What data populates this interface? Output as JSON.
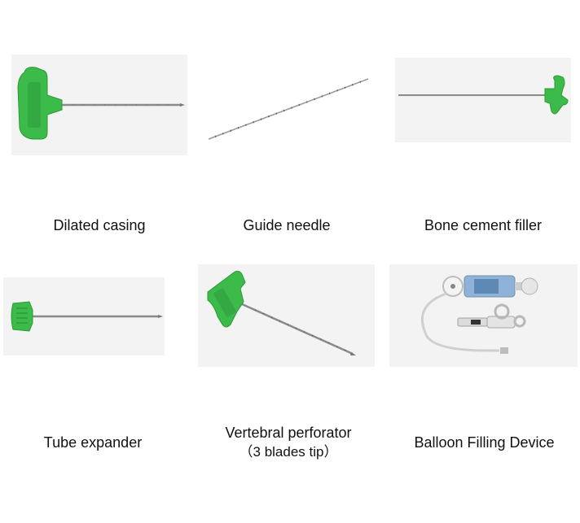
{
  "products": [
    {
      "label": "Dilated casing"
    },
    {
      "label": "Guide needle"
    },
    {
      "label": "Bone cement filler"
    },
    {
      "label": "Tube expander"
    },
    {
      "label_line1": "Vertebral perforator",
      "label_line2": "（3 blades tip）"
    },
    {
      "label": "Balloon Filling Device"
    }
  ],
  "colors": {
    "handle_green": "#3dbb4a",
    "steel": "#8a8a8a",
    "photo_bg": "#f3f3f3"
  }
}
